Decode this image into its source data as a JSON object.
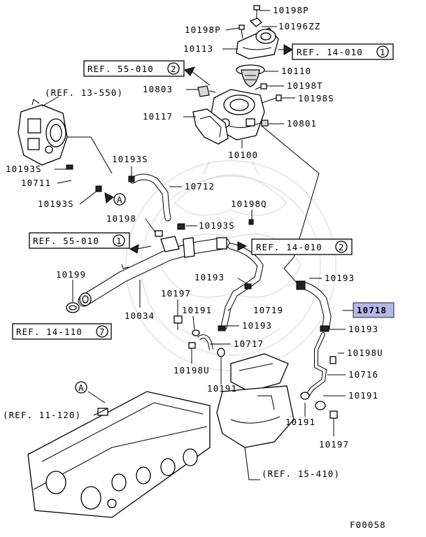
{
  "figure_code": "F00058",
  "labels": {
    "l10198p_top": "10198P",
    "l10198p_left": "10198P",
    "l10196zz": "10196ZZ",
    "l10113": "10113",
    "l10110": "10110",
    "l10803": "10803",
    "l10198t": "10198T",
    "l10198s": "10198S",
    "l10117": "10117",
    "l10801": "10801",
    "l10100": "10100",
    "l10193s_mid": "10193S",
    "l10193s_left": "10193S",
    "l10711": "10711",
    "l10193s_lower": "10193S",
    "l10712": "10712",
    "l10198q": "10198Q",
    "l10198": "10198",
    "l10193s_right": "10193S",
    "l10199": "10199",
    "l10193_mid": "10193",
    "l10193_right": "10193",
    "l10718": "10718",
    "l10193_right2": "10193",
    "l10197_left": "10197",
    "l10191_a": "10191",
    "l10719": "10719",
    "l10034": "10034",
    "l10193_lower": "10193",
    "l10717": "10717",
    "l10198u_right": "10198U",
    "l10198u_left": "10198U",
    "l10716": "10716",
    "l10191_b": "10191",
    "l10191_c": "10191",
    "l10191_d": "10191",
    "l10197_right": "10197"
  },
  "refs": {
    "ref_14_010_1": "REF. 14-010",
    "ref_14_010_1_num": "1",
    "ref_55_010_2": "REF. 55-010",
    "ref_55_010_2_num": "2",
    "ref_13_550": "(REF. 13-550)",
    "ref_55_010_1": "REF. 55-010",
    "ref_55_010_1_num": "1",
    "ref_14_010_2": "REF. 14-010",
    "ref_14_010_2_num": "2",
    "ref_14_110_7": "REF. 14-110",
    "ref_14_110_7_num": "7",
    "ref_11_120": "(REF. 11-120)",
    "ref_15_410": "(REF. 15-410)"
  },
  "markers": {
    "connector_a_upper": "A",
    "connector_a_lower": "A"
  },
  "highlighted_part": "10718",
  "colors": {
    "highlight_fill": "#b7b8e6",
    "line": "#000000",
    "watermark": "#c8c8c8"
  }
}
